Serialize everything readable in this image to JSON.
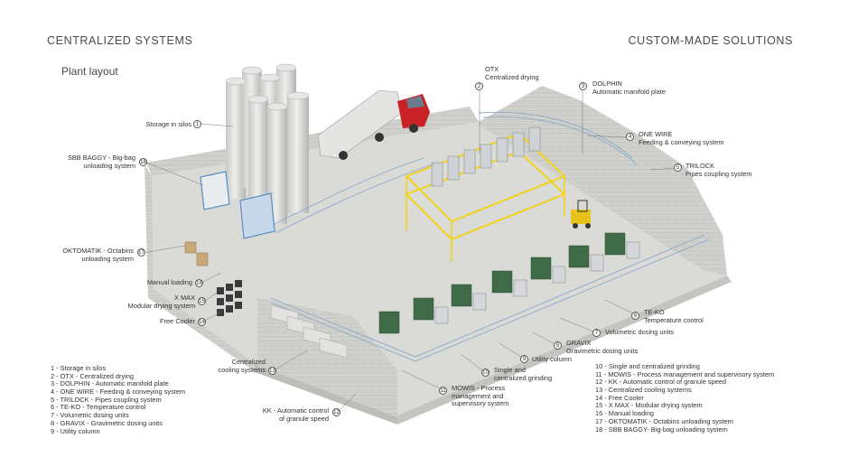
{
  "header": {
    "left_title": "CENTRALIZED SYSTEMS",
    "right_title": "CUSTOM-MADE SOLUTIONS",
    "subtitle": "Plant layout"
  },
  "callouts": [
    {
      "num": "1",
      "text": "Storage in silos"
    },
    {
      "num": "2",
      "text": "OTX\nCentralized drying"
    },
    {
      "num": "3",
      "text": "DOLPHIN\nAutomatic manifold plate"
    },
    {
      "num": "4",
      "text": "ONE WIRE\nFeeding & conveying system"
    },
    {
      "num": "5",
      "text": "TRILOCK\nPipes coupling system"
    },
    {
      "num": "6",
      "text": "TE-KO\nTemperature control"
    },
    {
      "num": "7",
      "text": "Volumetric dosing units"
    },
    {
      "num": "8",
      "text": "GRAVIX\nGravimetric dosing units"
    },
    {
      "num": "9",
      "text": "Utility column"
    },
    {
      "num": "10",
      "text": "Single and\ncentralized grinding"
    },
    {
      "num": "11",
      "text": "MOWIS - Process\nmanagement and\nsupervisory system"
    },
    {
      "num": "12",
      "text": "KK - Automatic control\nof granule speed"
    },
    {
      "num": "13",
      "text": "Centralized\ncooling systems"
    },
    {
      "num": "14",
      "text": "Free Cooler"
    },
    {
      "num": "15",
      "text": "X MAX\nModular drying system"
    },
    {
      "num": "16",
      "text": "Manual loading"
    },
    {
      "num": "17",
      "text": "OKTOMATIK - Octabins\nunloading system"
    },
    {
      "num": "18",
      "text": "SBB BAGGY - Big-bag\nunloading system"
    }
  ],
  "legend_left": [
    "1  - Storage in silos",
    "2  - OTX - Centralized drying",
    "3  - DOLPHIN - Automatic manifold plate",
    "4  - ONE WIRE - Feeding & conveying system",
    "5  - TRILOCK - Pipes coupling system",
    "6  - TE-KO - Temperature control",
    "7  - Volumetric dosing units",
    "8  - GRAVIX - Gravimetric dosing units",
    "9  - Utility column"
  ],
  "legend_right": [
    "10 - Single and centralized grinding",
    "11 - MOWIS - Process management and supervisory system",
    "12 - KK - Automatic control of granule speed",
    "13 - Centralized cooling systems",
    "14 - Free Cooler",
    "15 - X MAX - Modular drying system",
    "16 - Manual loading",
    "17 - OKTOMATIK - Octabins unloading system",
    "18 - SBB BAGGY- Big-bag unloading system"
  ],
  "colors": {
    "wall": "#cfd0cc",
    "floor": "#d9dad6",
    "pipe": "#5b8fc4",
    "machine_green": "#3f6b48",
    "frame_yellow": "#f2d21b",
    "truck_red": "#c92226",
    "forklift": "#e6c21a"
  }
}
